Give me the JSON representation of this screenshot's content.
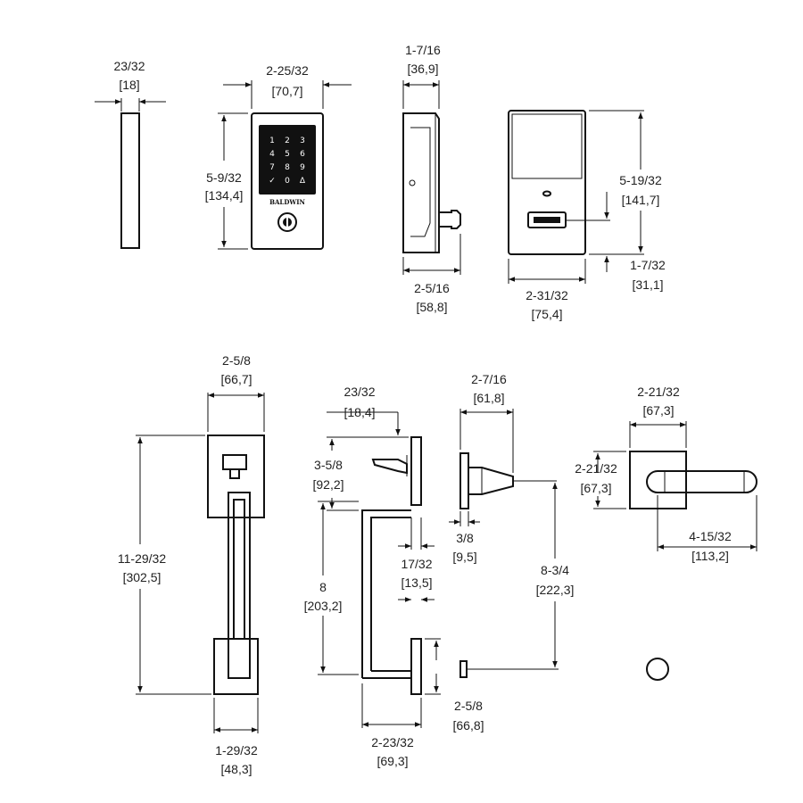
{
  "brand": {
    "logo_text": "BALDWIN"
  },
  "keypad": {
    "keys": [
      "1",
      "2",
      "3",
      "4",
      "5",
      "6",
      "7",
      "8",
      "9",
      "✓",
      "0",
      "Δ"
    ]
  },
  "dimensions": {
    "thickness": {
      "imperial": "23/32",
      "metric": "[18]"
    },
    "keypad_width": {
      "imperial": "2-25/32",
      "metric": "[70,7]"
    },
    "keypad_height": {
      "imperial": "5-9/32",
      "metric": "[134,4]"
    },
    "side_depth": {
      "imperial": "1-7/16",
      "metric": "[36,9]"
    },
    "side_total_depth": {
      "imperial": "2-5/16",
      "metric": "[58,8]"
    },
    "interior_height": {
      "imperial": "5-19/32",
      "metric": "[141,7]"
    },
    "interior_lower_offset": {
      "imperial": "1-7/32",
      "metric": "[31,1]"
    },
    "interior_width": {
      "imperial": "2-31/32",
      "metric": "[75,4]"
    },
    "handle_top_width": {
      "imperial": "2-5/8",
      "metric": "[66,7]"
    },
    "handle_height": {
      "imperial": "11-29/32",
      "metric": "[302,5]"
    },
    "handle_bottom_width": {
      "imperial": "1-29/32",
      "metric": "[48,3]"
    },
    "thumb_thickness": {
      "imperial": "23/32",
      "metric": "[18,4]"
    },
    "thumb_height": {
      "imperial": "3-5/8",
      "metric": "[92,2]"
    },
    "grip_length": {
      "imperial": "8",
      "metric": "[203,2]"
    },
    "grip_offset": {
      "imperial": "17/32",
      "metric": "[13,5]"
    },
    "grip_projection": {
      "imperial": "2-23/32",
      "metric": "[69,3]"
    },
    "bottom_rose": {
      "imperial": "2-5/8",
      "metric": "[66,8]"
    },
    "lever_depth": {
      "imperial": "2-7/16",
      "metric": "[61,8]"
    },
    "rose_thickness": {
      "imperial": "3/8",
      "metric": "[9,5]"
    },
    "spindle_distance": {
      "imperial": "8-3/4",
      "metric": "[222,3]"
    },
    "lever_rose_width": {
      "imperial": "2-21/32",
      "metric": "[67,3]"
    },
    "lever_rose_height": {
      "imperial": "2-21/32",
      "metric": "[67,3]"
    },
    "lever_length": {
      "imperial": "4-15/32",
      "metric": "[113,2]"
    }
  }
}
